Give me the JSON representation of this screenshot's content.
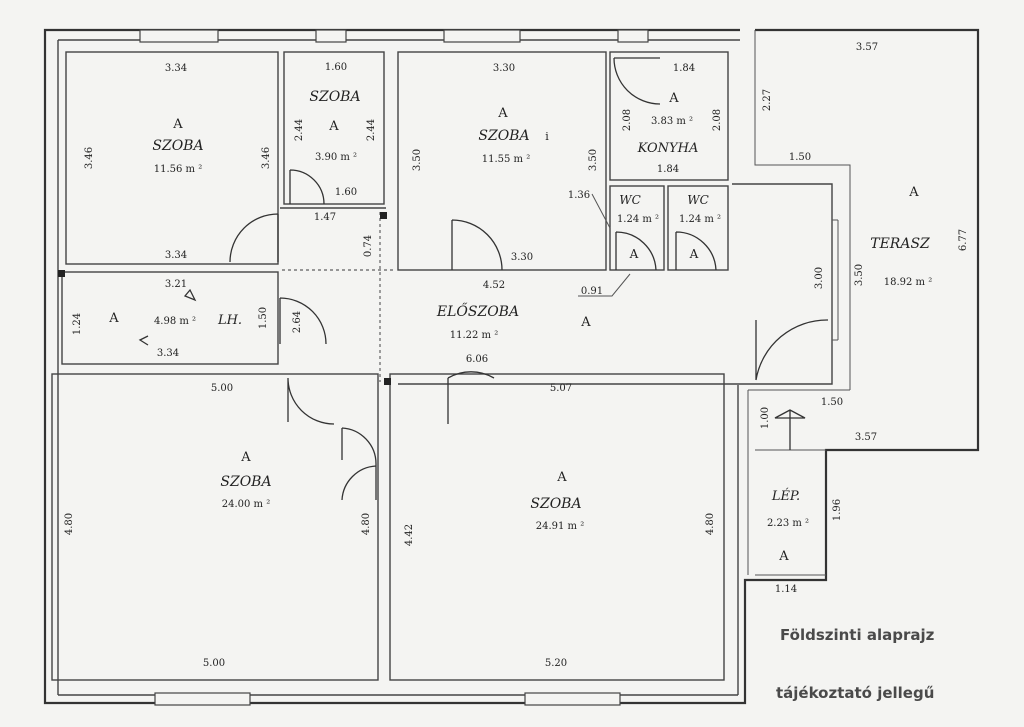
{
  "caption": {
    "line1": "Földszinti alaprajz",
    "line2": "tájékoztató jellegű"
  },
  "rooms": {
    "szoba_tl": {
      "mark": "A",
      "name": "SZOBA",
      "area": "11.56 m ²",
      "top": "3.34",
      "bottom": "3.34",
      "left": "3.46",
      "right": "3.46"
    },
    "szoba_small": {
      "mark": "A",
      "name": "SZOBA",
      "area": "3.90 m ²",
      "top": "1.60",
      "left": "2.44",
      "right": "2.44",
      "bottom": "1.60"
    },
    "szoba_mid": {
      "mark": "A",
      "name": "SZOBA",
      "suffix": "i",
      "area": "11.55 m ²",
      "top": "3.30",
      "bottom": "3.30",
      "left": "3.50",
      "right": "3.50"
    },
    "konyha": {
      "mark": "A",
      "name": "KONYHA",
      "area": "3.83 m ²",
      "top": "1.84",
      "bottom": "1.84",
      "left": "2.08",
      "right": "2.08"
    },
    "wc1": {
      "name": "WC",
      "area": "1.24 m ²",
      "mark": "A"
    },
    "wc2": {
      "name": "WC",
      "area": "1.24 m ²",
      "mark": "A"
    },
    "terasz": {
      "mark": "A",
      "name": "TERASZ",
      "area": "18.92 m ²",
      "top": "3.57",
      "left_top": "2.27",
      "ledge": "1.50",
      "right": "6.77",
      "inner": "3.50",
      "bottom_ledge": "1.50",
      "bottom": "3.57"
    },
    "lh": {
      "mark": "A",
      "name": "LH.",
      "area": "4.98 m ²",
      "top": "3.21",
      "bottom": "3.34",
      "left": "1.24",
      "right": "1.50"
    },
    "eloszoba": {
      "mark": "A",
      "name": "ELŐSZOBA",
      "area": "11.22 m ²",
      "top": "4.52",
      "bottom": "6.06",
      "dim_a": "1.47",
      "dim_b": "0.74",
      "dim_c": "2.64",
      "dim_d": "1.36",
      "dim_e": "0.91",
      "dim_f": "3.00"
    },
    "szoba_bl": {
      "mark": "A",
      "name": "SZOBA",
      "area": "24.00 m ²",
      "top": "5.00",
      "bottom": "5.00",
      "left": "4.80",
      "right": "4.80"
    },
    "szoba_br": {
      "mark": "A",
      "name": "SZOBA",
      "area": "24.91 m ²",
      "top": "5.07",
      "bottom": "5.20",
      "left": "4.42",
      "right": "4.80"
    },
    "lep": {
      "mark": "A",
      "name": "LÉP.",
      "area": "2.23 m ²",
      "top": "1.00",
      "right": "1.96",
      "bottom": "1.14"
    }
  }
}
